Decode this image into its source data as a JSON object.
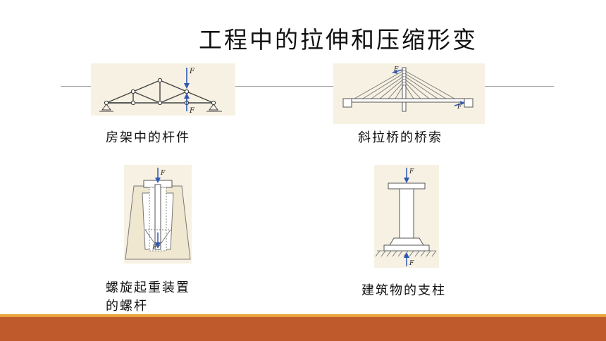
{
  "slide": {
    "title": "工程中的拉伸和压缩形变",
    "figures": [
      {
        "caption": "房架中的杆件",
        "force_labels": [
          "F",
          "F"
        ]
      },
      {
        "caption": "斜拉桥的桥索",
        "force_labels": [
          "F",
          "F"
        ]
      },
      {
        "caption_line1": "螺旋起重装置",
        "caption_line2": "的螺杆",
        "force_labels": [
          "F",
          "F"
        ]
      },
      {
        "caption": "建筑物的支柱",
        "force_labels": [
          "F",
          "F"
        ]
      }
    ]
  },
  "colors": {
    "footer_bar": "#bf5a2d",
    "footer_accent": "#e8a33a",
    "rule": "#9c9c9c",
    "figure_background": "#f6f1e2",
    "arrow_blue": "#2f58b5"
  }
}
